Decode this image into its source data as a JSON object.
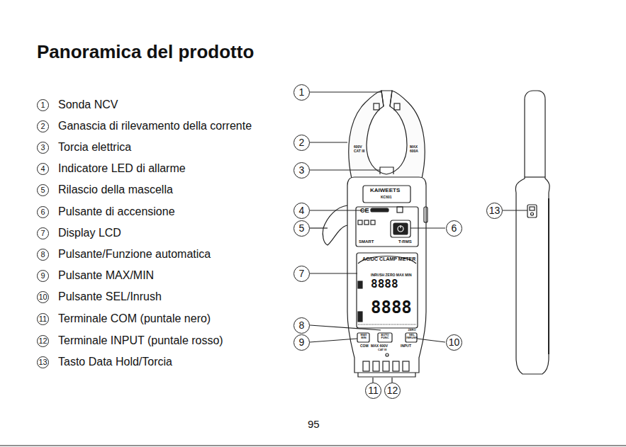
{
  "diagram": {
    "title": "Panoramica del prodotto",
    "labels": [
      "1",
      "Sonda NCV",
      "2",
      "Ganascia di rilevamento della corrente",
      "3",
      "Torcia elettrica",
      "4",
      "Indicatore LED di allarme",
      "5",
      "Rilascio della mascella",
      "6",
      "Pulsante di accensione",
      "7",
      "Display LCD",
      "8",
      "Pulsante/Funzione automatica",
      "9",
      "Pulsante MAX/MIN",
      "10",
      "Pulsante SEL/Inrush",
      "11",
      "Terminale COM (puntale nero)",
      "12",
      "Terminale INPUT (puntale rosso)",
      "13",
      "Tasto Data Hold/Torcia",
      "1",
      "2",
      "3",
      "4",
      "5",
      "6",
      "7",
      "8",
      "9",
      "10",
      "11",
      "12",
      "13",
      "95",
      "600V",
      "CAT III",
      "MAX",
      "600A",
      "KAIWEETS",
      "KC601",
      "SMART",
      "T-RMS",
      "AC/DC CLAMP METER",
      "INRUSH ZERO MAX MIN",
      "8888",
      "8888",
      "MAX MIN",
      "AUTO FUNC",
      "SEL INRUSH",
      "ZERO",
      "COM",
      "MAX 600V",
      "INPUT",
      "CAT III",
      "CE"
    ]
  }
}
